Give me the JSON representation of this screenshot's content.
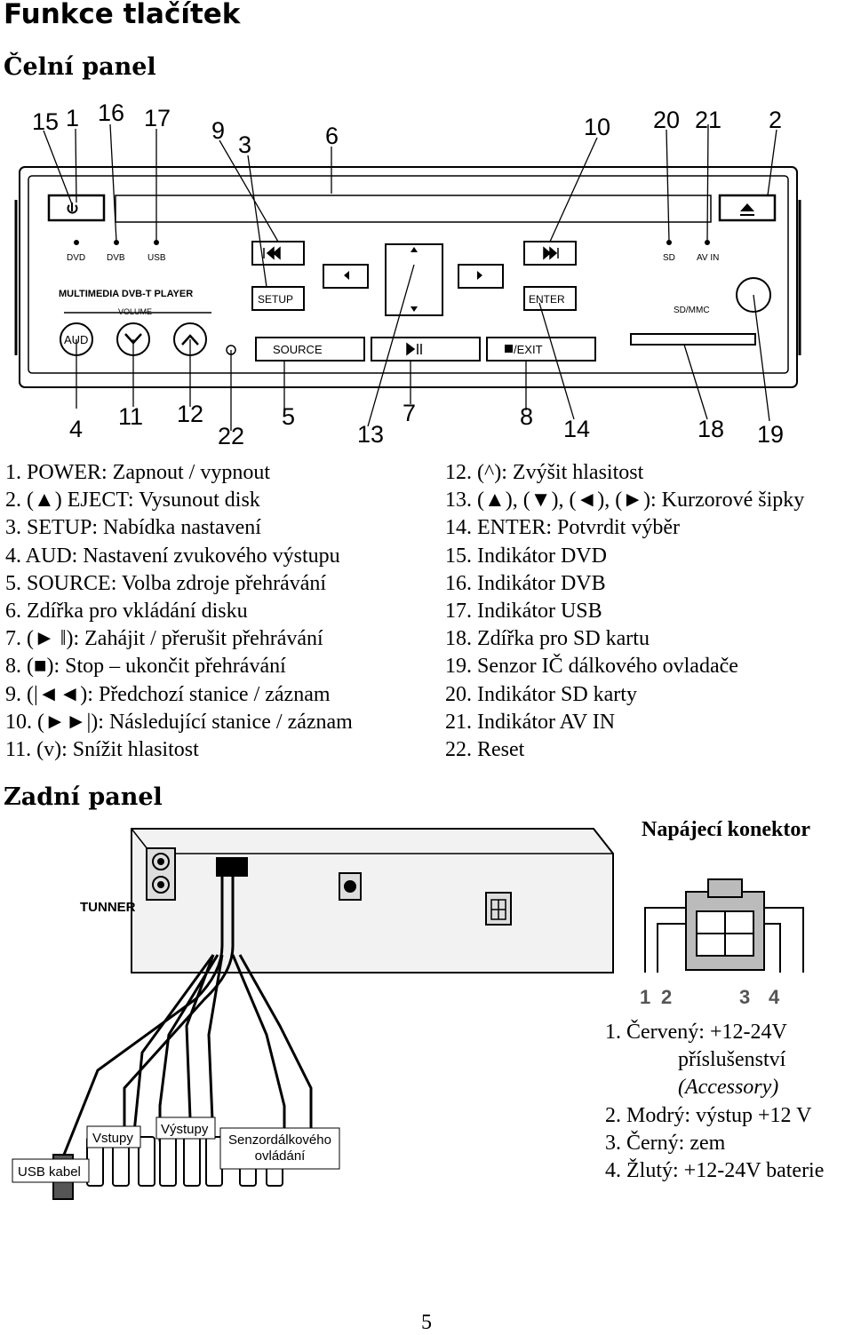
{
  "title": "Funkce tlačítek",
  "front_heading": "Čelní panel",
  "rear_heading": "Zadní panel",
  "front_panel": {
    "labels": [
      "DVD",
      "DVB",
      "USB",
      "SD",
      "AV IN",
      "MULTIMEDIA DVB-T PLAYER",
      "VOLUME",
      "SETUP",
      "ENTER",
      "SOURCE",
      "/EXIT",
      "SD/MMC",
      "AUD"
    ],
    "callouts": [
      "15",
      "1",
      "16",
      "17",
      "9",
      "3",
      "6",
      "10",
      "20",
      "21",
      "2",
      "4",
      "11",
      "12",
      "22",
      "5",
      "13",
      "7",
      "8",
      "14",
      "18",
      "19"
    ]
  },
  "functions_left": [
    "1. POWER: Zapnout / vypnout",
    "2. (▲) EJECT: Vysunout disk",
    "3. SETUP: Nabídka nastavení",
    "4. AUD: Nastavení zvukového výstupu",
    "5. SOURCE: Volba zdroje přehrávání",
    "6. Zdířka pro vkládání disku",
    "7. (► ‖): Zahájit / přerušit přehrávání",
    "8. (■): Stop – ukončit přehrávání",
    "9. (|◄◄): Předchozí stanice / záznam",
    "10. (►►|): Následující stanice / záznam",
    "11. (v): Snížit hlasitost"
  ],
  "functions_right": [
    "12. (^): Zvýšit hlasitost",
    "13. (▲), (▼), (◄), (►): Kurzorové šipky",
    "14. ENTER: Potvrdit výběr",
    "15. Indikátor DVD",
    "16. Indikátor DVB",
    "17. Indikátor USB",
    "18. Zdířka pro SD kartu",
    "19. Senzor IČ dálkového ovladače",
    "20. Indikátor SD karty",
    "21. Indikátor AV IN",
    "22. Reset"
  ],
  "rear_panel": {
    "tuner_label": "TUNNER",
    "cable_labels": [
      "Vstupy",
      "Výstupy",
      "Senzor dálkového ovládání",
      "USB kabel"
    ]
  },
  "connector": {
    "title": "Napájecí konektor",
    "pin_numbers": [
      "1",
      "2",
      "3",
      "4"
    ],
    "pins": [
      "1. Červený: +12-24V",
      "příslušenství",
      "(Accessory)",
      "2. Modrý: výstup +12 V",
      "3. Černý: zem",
      "4. Žlutý: +12-24V baterie"
    ]
  },
  "page_number": "5"
}
